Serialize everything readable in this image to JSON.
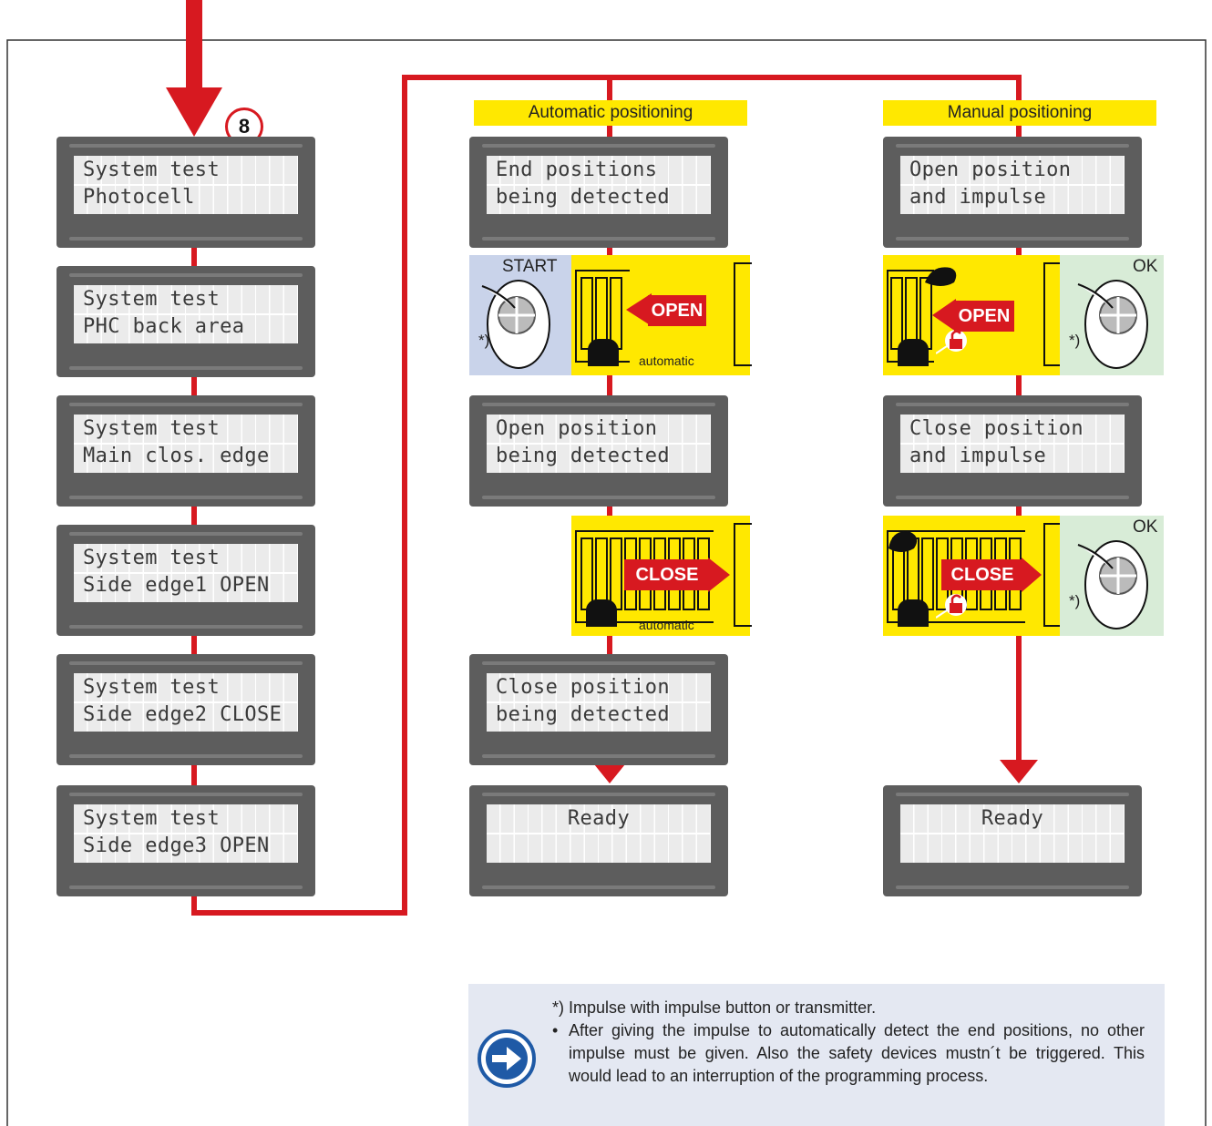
{
  "step_number": "8",
  "left_column": [
    {
      "line1": "System test",
      "line2": "Photocell"
    },
    {
      "line1": "System test",
      "line2": "PHC back area"
    },
    {
      "line1": "System test",
      "line2": "Main clos. edge"
    },
    {
      "line1": "System test",
      "line2": "Side edge1 OPEN"
    },
    {
      "line1": "System test",
      "line2": "Side edge2 CLOSE"
    },
    {
      "line1": "System test",
      "line2": "Side edge3 OPEN"
    }
  ],
  "automatic": {
    "label": "Automatic positioning",
    "displays": [
      {
        "line1": "End positions",
        "line2": "being detected"
      },
      {
        "line1": "Open position",
        "line2": "being detected"
      },
      {
        "line1": "Close position",
        "line2": "being detected"
      },
      {
        "line1": "Ready",
        "line2": ""
      }
    ],
    "start_label": "START",
    "footnote_mark": "*)",
    "open_label": "OPEN",
    "close_label": "CLOSE",
    "auto_tag": "automatic"
  },
  "manual": {
    "label": "Manual positioning",
    "displays": [
      {
        "line1": "Open position",
        "line2": "and impulse"
      },
      {
        "line1": "Close position",
        "line2": "and impulse"
      },
      {
        "line1": "Ready",
        "line2": ""
      }
    ],
    "ok_label": "OK",
    "footnote_mark": "*)",
    "open_label": "OPEN",
    "close_label": "CLOSE"
  },
  "note": {
    "line1": "*) Impulse with impulse button or transmitter.",
    "bullet": "After giving the impulse to automatically detect the end positions, no other impulse must be given. Also the safety devices mustn´t be triggered. This would lead to an interruption of the programming process."
  },
  "colors": {
    "wire": "#d71920",
    "label_bg": "#ffe800",
    "lcd_frame": "#5d5d5d",
    "remote_bg_blue": "#c9d3ea",
    "remote_bg_green": "#d8ecd7",
    "note_bg": "#e4e8f2"
  }
}
